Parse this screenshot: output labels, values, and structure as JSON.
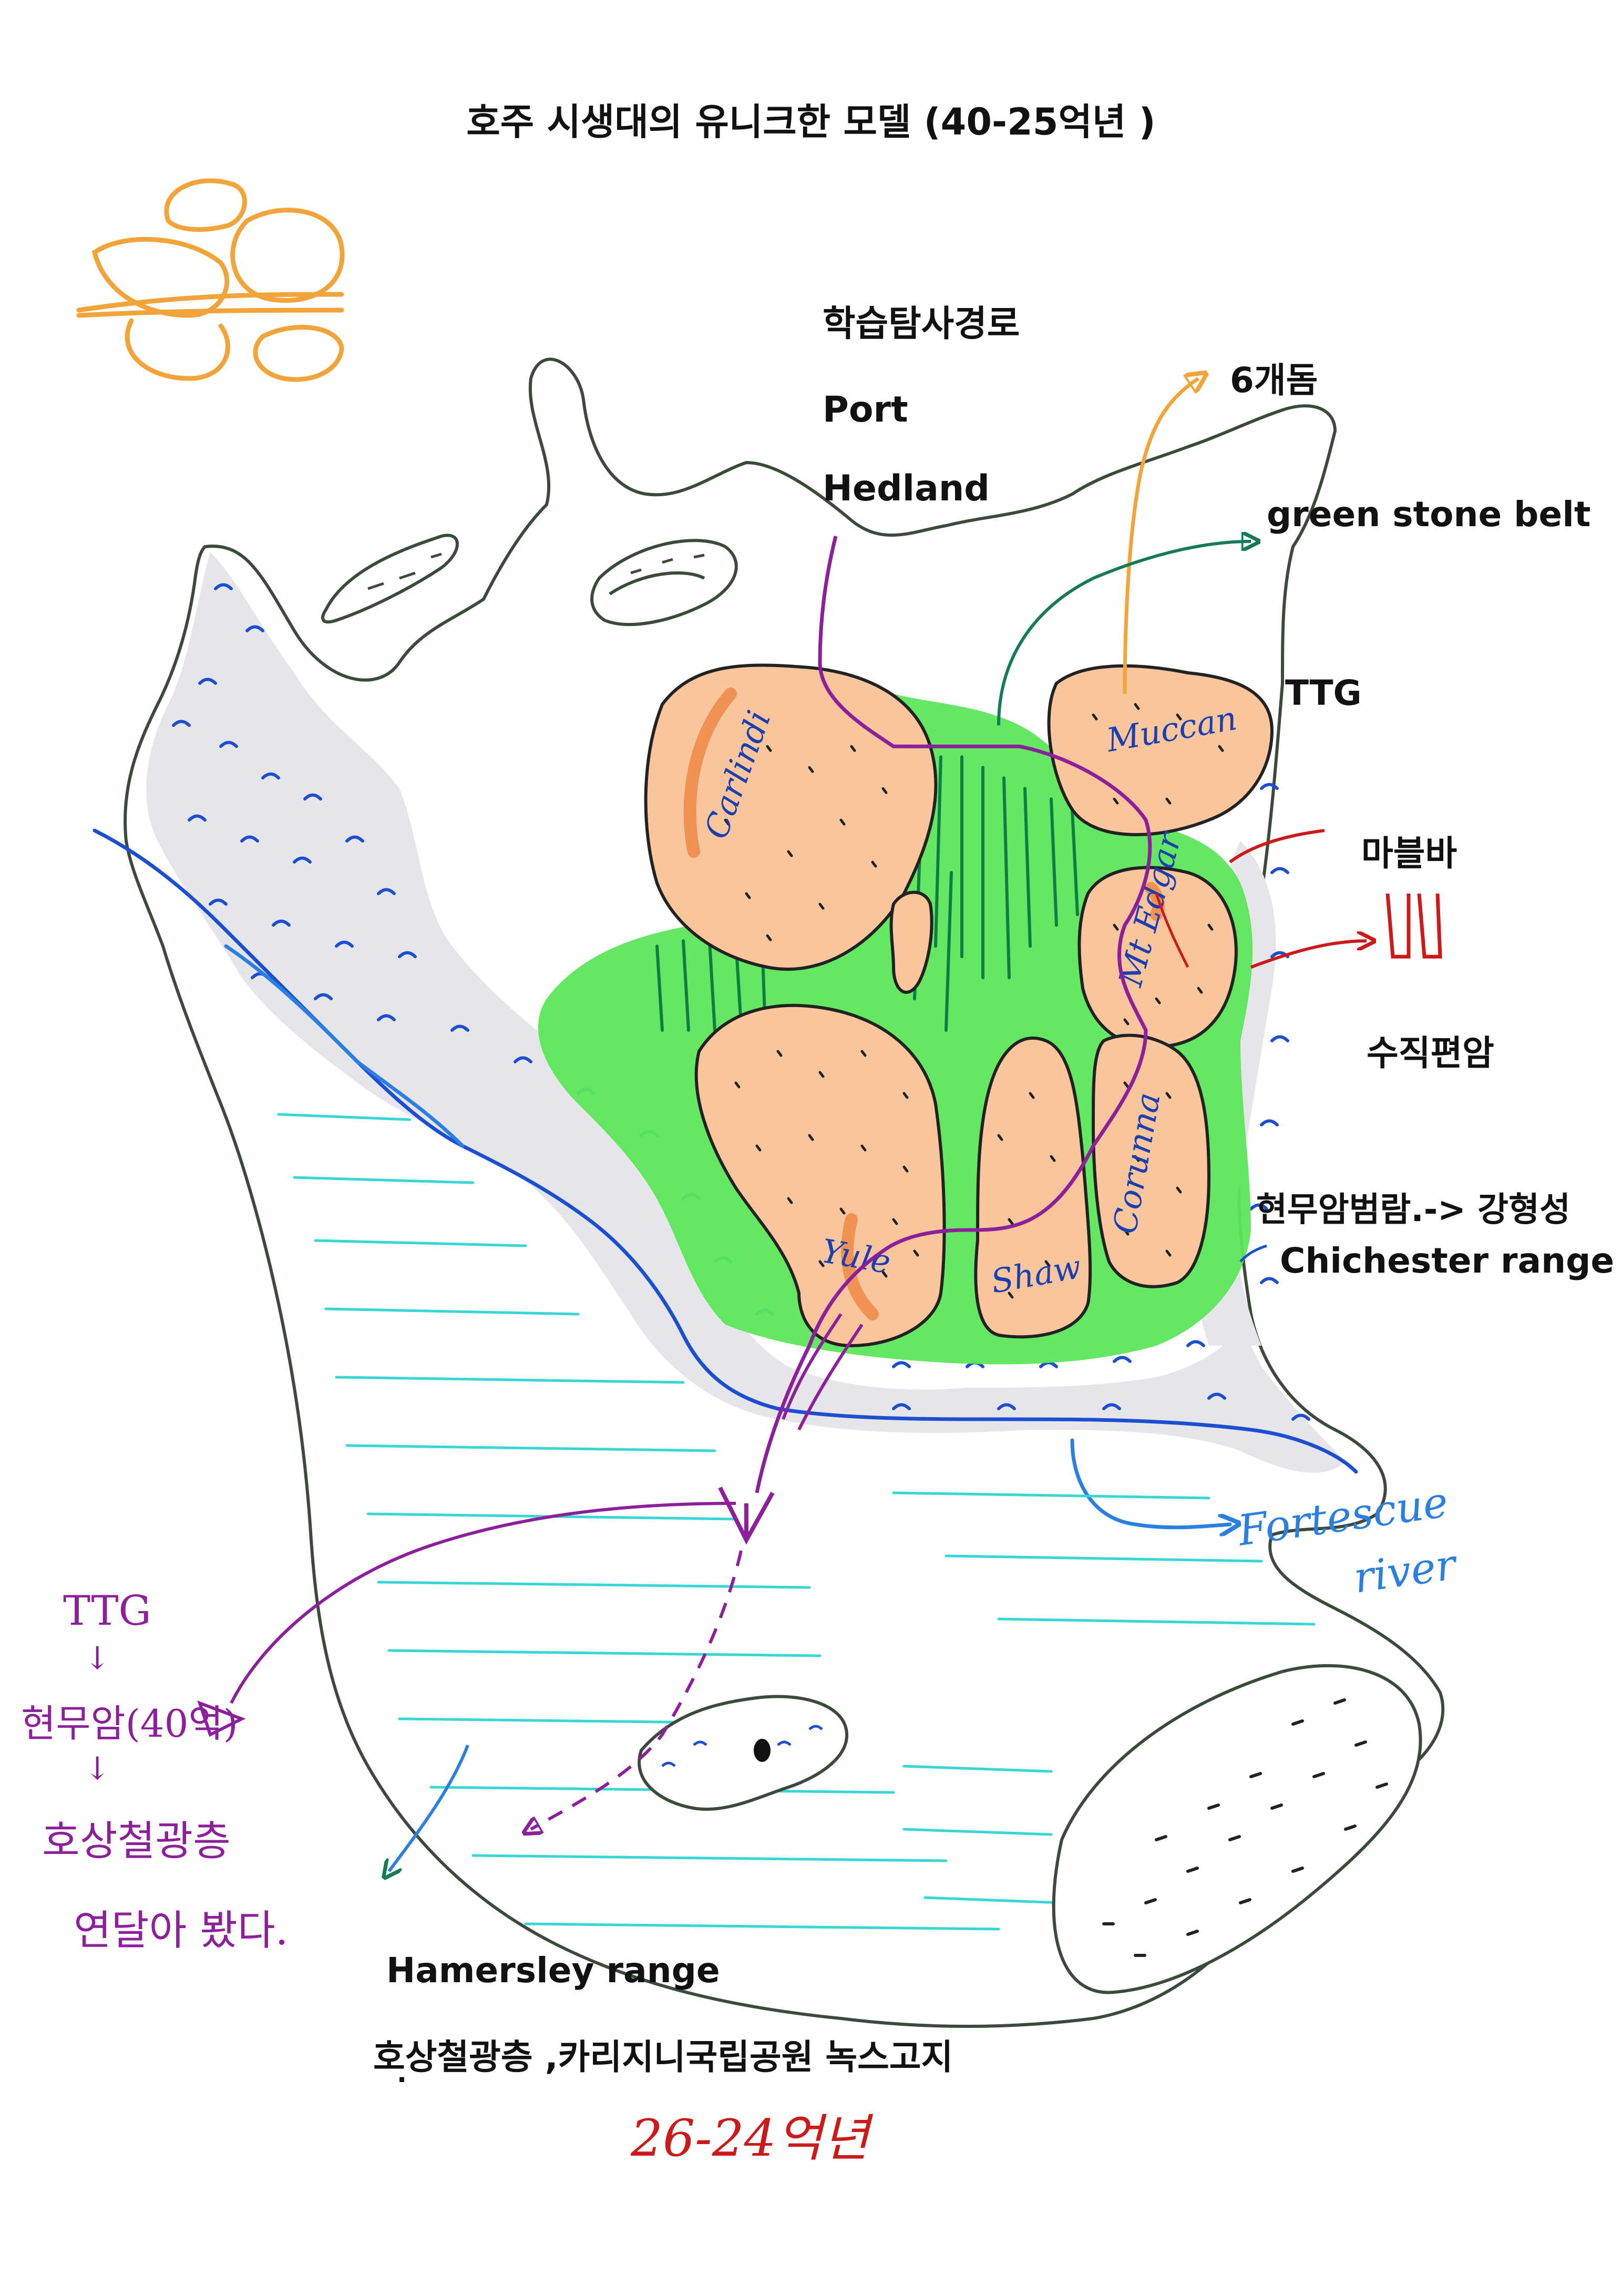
{
  "title": "호주 시생대의  유니크한 모델 (40-25억년 )",
  "labels": {
    "route_title": "학습탐사경로",
    "port": "Port",
    "hedland": "Hedland",
    "domes": "6개돔",
    "greenstone": "green stone belt",
    "ttg": "TTG",
    "marble_bar": "마블바",
    "vertical_gneiss": "수직편암",
    "basalt_flood": "현무암범람.-> 강형성",
    "chichester": "Chichester range",
    "hamersley": "Hamersley range",
    "bif_karijini": "호상철광층 ,카리지니국립공원 녹스고지",
    "dot": "."
  },
  "handwritten": {
    "side_notes": [
      "TTG",
      "↓",
      "현무암(40억)",
      "↓",
      "호상철광층",
      "연달아 봤다."
    ],
    "fortescue": [
      "Fortescue",
      "river"
    ],
    "age": "26-24억년"
  },
  "dome_names": [
    "Carlindi",
    "Muccan",
    "Mt Edgar",
    "Yule",
    "Shaw",
    "Corunna"
  ],
  "colors": {
    "orange_outline": "#f2a43a",
    "dome_fill": "#f8c59d",
    "dome_dark": "#ee8a45",
    "greenstone": "#5ce65a",
    "greenstone_dark": "#0f7d45",
    "water_fill": "#e6e6ea",
    "water_blue": "#1b4fd0",
    "river_blue": "#2a7fe0",
    "cyan_lines": "#39d6d6",
    "purple": "#8c1f9a",
    "red": "#cc1a1a",
    "teal_arrow": "#167a58"
  }
}
